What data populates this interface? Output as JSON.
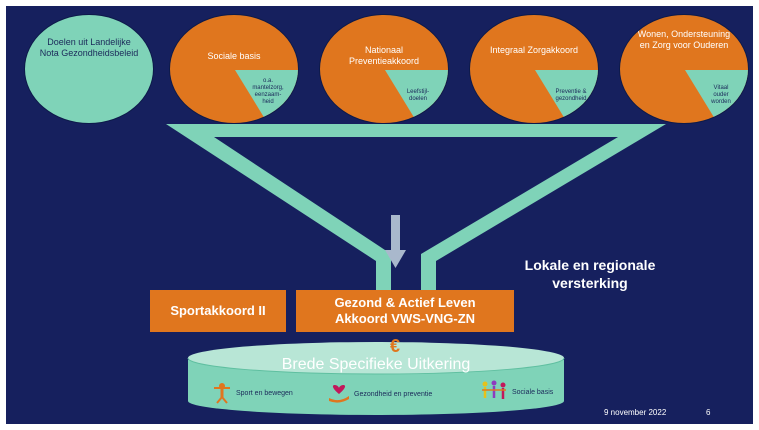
{
  "top_circles": [
    {
      "title": "Doelen uit Landelijke Nota Gezondheidsbeleid",
      "sub": ""
    },
    {
      "title": "Sociale basis",
      "sub": "o.a. mantelzorg, eenzaam-heid"
    },
    {
      "title": "Nationaal Preventieakkoord",
      "sub": "Leefstijl-doelen"
    },
    {
      "title": "Integraal Zorgakkoord",
      "sub": "Preventie & gezondheid"
    },
    {
      "title": "Wonen, Ondersteuning en Zorg voor Ouderen",
      "sub": "Vitaal ouder worden"
    }
  ],
  "side_label": "Lokale en regionale versterking",
  "boxes": {
    "left": "Sportakkoord II",
    "right_line1": "Gezond & Actief Leven",
    "right_line2": "Akkoord VWS-VNG-ZN"
  },
  "cylinder": {
    "symbol": "€",
    "title": "Brede Specifieke Uitkering",
    "items": [
      "Sport en bewegen",
      "Gezondheid en preventie",
      "Sociale basis"
    ]
  },
  "footer": {
    "date": "9 november 2022",
    "page": "6"
  },
  "colors": {
    "background": "#16205e",
    "teal": "#7fd3b8",
    "orange": "#e0761e",
    "arrow": "#a9b8cc"
  }
}
